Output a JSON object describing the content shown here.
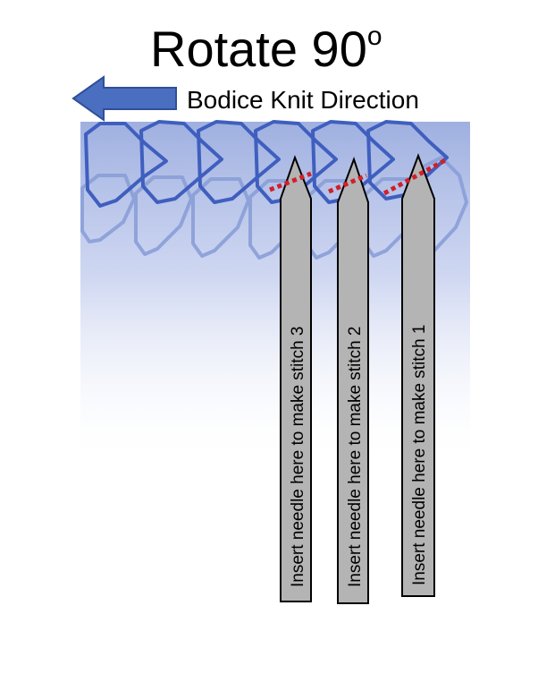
{
  "title": {
    "text": "Rotate 90",
    "superscript": "o"
  },
  "direction": {
    "label": "Bodice Knit Direction"
  },
  "needles": [
    {
      "label": "Insert needle here to make stitch 3"
    },
    {
      "label": "Insert needle here to make stitch 2"
    },
    {
      "label": "Insert needle here to make stitch 1"
    }
  ],
  "colors": {
    "arrow": "#4a6fc0",
    "stitch_front": "#3f5fbf",
    "stitch_back": "#8a9fd8",
    "fabric_gradient_top": "#9fb0e0",
    "needle_fill": "#b4b4b4",
    "stitch_marker": "#d0202a"
  }
}
